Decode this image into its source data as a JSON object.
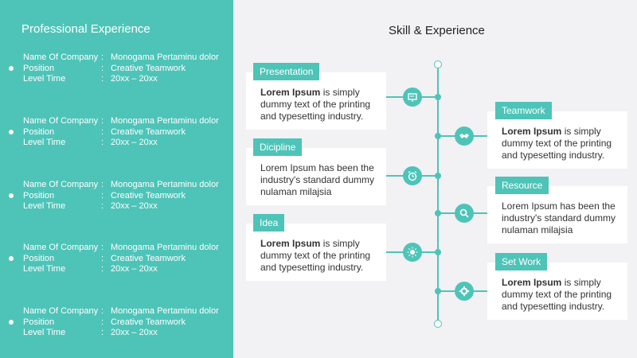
{
  "left": {
    "title": "Professional Experience",
    "entries": [
      {
        "company_label": "Name Of Company",
        "company": "Monogama Pertaminu dolor",
        "position_label": "Position",
        "position": "Creative Teamwork",
        "level_label": "Level Time",
        "level": "20xx – 20xx"
      },
      {
        "company_label": "Name Of Company",
        "company": "Monogama Pertaminu dolor",
        "position_label": "Position",
        "position": "Creative Teamwork",
        "level_label": "Level Time",
        "level": "20xx – 20xx"
      },
      {
        "company_label": "Name Of Company",
        "company": "Monogama Pertaminu dolor",
        "position_label": "Position",
        "position": "Creative Teamwork",
        "level_label": "Level Time",
        "level": "20xx – 20xx"
      },
      {
        "company_label": "Name Of Company",
        "company": "Monogama Pertaminu dolor",
        "position_label": "Position",
        "position": "Creative Teamwork",
        "level_label": "Level Time",
        "level": "20xx – 20xx"
      },
      {
        "company_label": "Name Of Company",
        "company": "Monogama Pertaminu dolor",
        "position_label": "Position",
        "position": "Creative Teamwork",
        "level_label": "Level Time",
        "level": "20xx – 20xx"
      }
    ],
    "separator": ":"
  },
  "right": {
    "title": "Skill & Experience",
    "cards": [
      {
        "label": "Presentation",
        "bold": "Lorem Ipsum",
        "text": " is simply dummy text of the printing and typesetting industry.",
        "icon": "presentation-board-icon"
      },
      {
        "label": "Teamwork",
        "bold": "Lorem Ipsum",
        "text": " is simply dummy text of the printing and typesetting industry.",
        "icon": "handshake-icon"
      },
      {
        "label": "Dicipline",
        "bold": "",
        "text": "Lorem Ipsum has been the industry's standard dummy nulaman milajsia",
        "icon": "alarm-clock-icon"
      },
      {
        "label": "Resource",
        "bold": "",
        "text": "Lorem Ipsum has been the industry's standard dummy nulaman milajsia",
        "icon": "magnifier-icon"
      },
      {
        "label": "Idea",
        "bold": "Lorem Ipsum",
        "text": " is simply dummy text of the printing and typesetting industry.",
        "icon": "lightbulb-icon"
      },
      {
        "label": "Set Work",
        "bold": "Lorem Ipsum",
        "text": " is simply dummy text of the printing and typesetting industry.",
        "icon": "gear-icon"
      }
    ]
  },
  "colors": {
    "accent": "#4ec4b8",
    "background": "#f2f1f4",
    "card": "#ffffff",
    "text": "#333333"
  }
}
